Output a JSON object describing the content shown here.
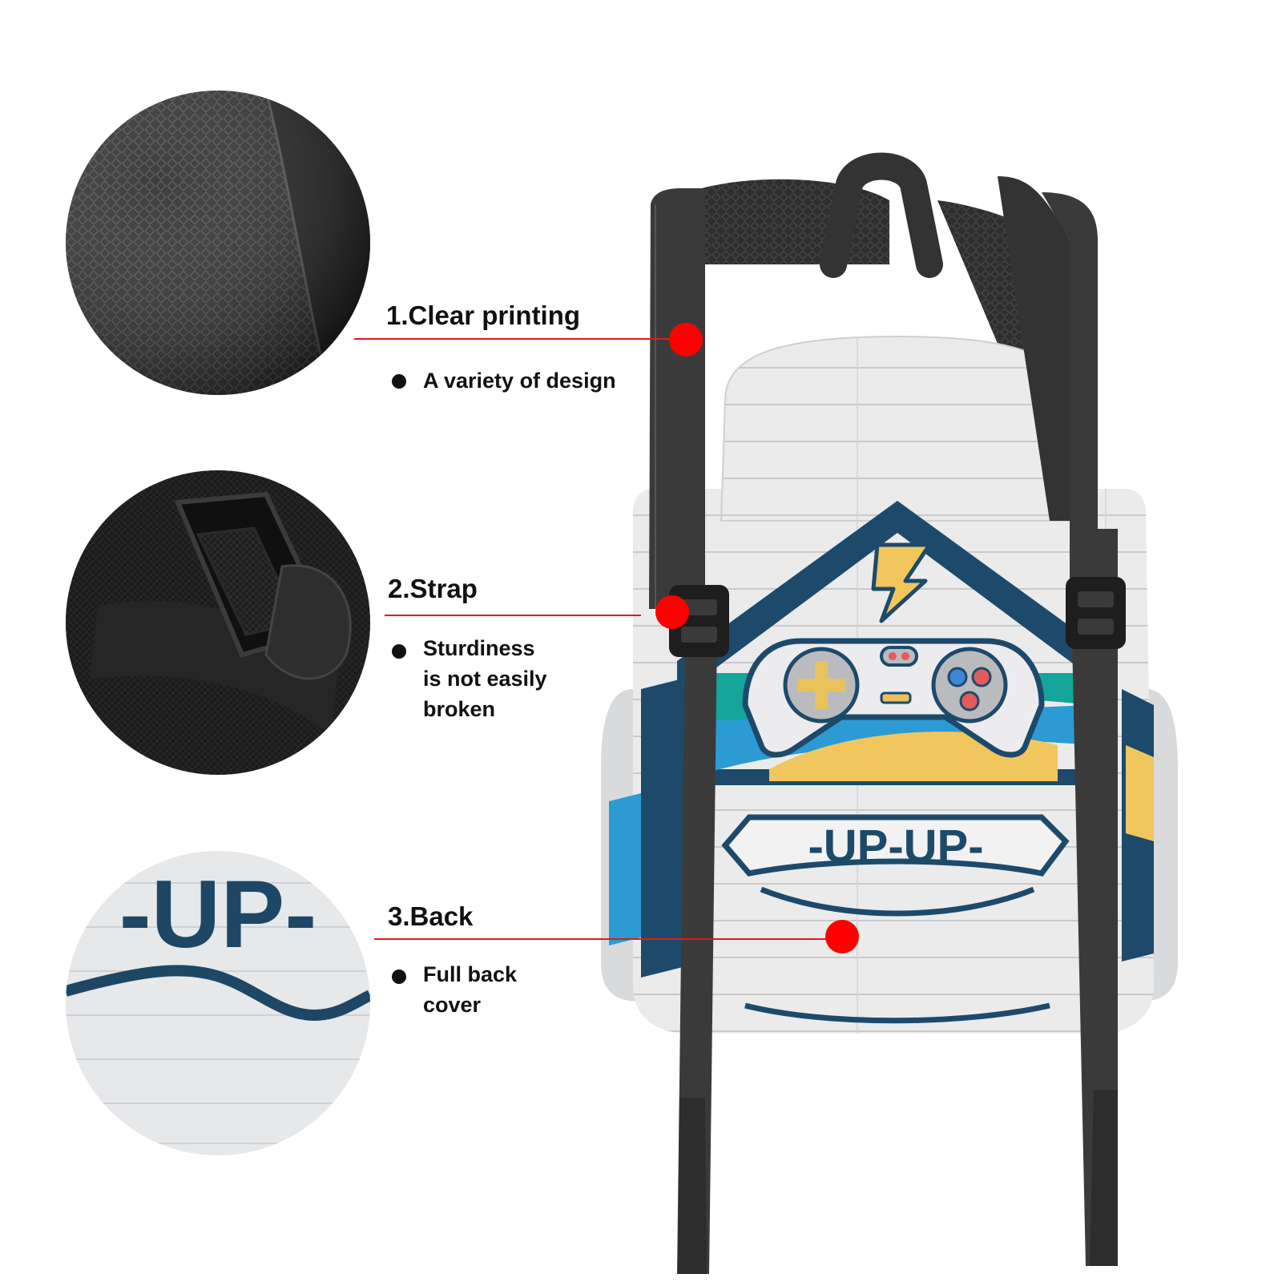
{
  "features": [
    {
      "title": "1.Clear printing",
      "desc": [
        "A variety of design"
      ]
    },
    {
      "title": "2.Strap",
      "desc": [
        "Sturdiness",
        "is not easily",
        "broken"
      ]
    },
    {
      "title": "3.Back",
      "desc": [
        "Full back",
        "cover"
      ]
    }
  ],
  "print": {
    "banner": "-UP-UP-",
    "zoom": "-UP-"
  },
  "colors": {
    "accent_red": "#ff0000",
    "navy": "#1d4a6b",
    "teal": "#15a59a",
    "blue": "#2c9bd3",
    "yellow": "#f1c65c",
    "strap": "#3a3a3a"
  }
}
